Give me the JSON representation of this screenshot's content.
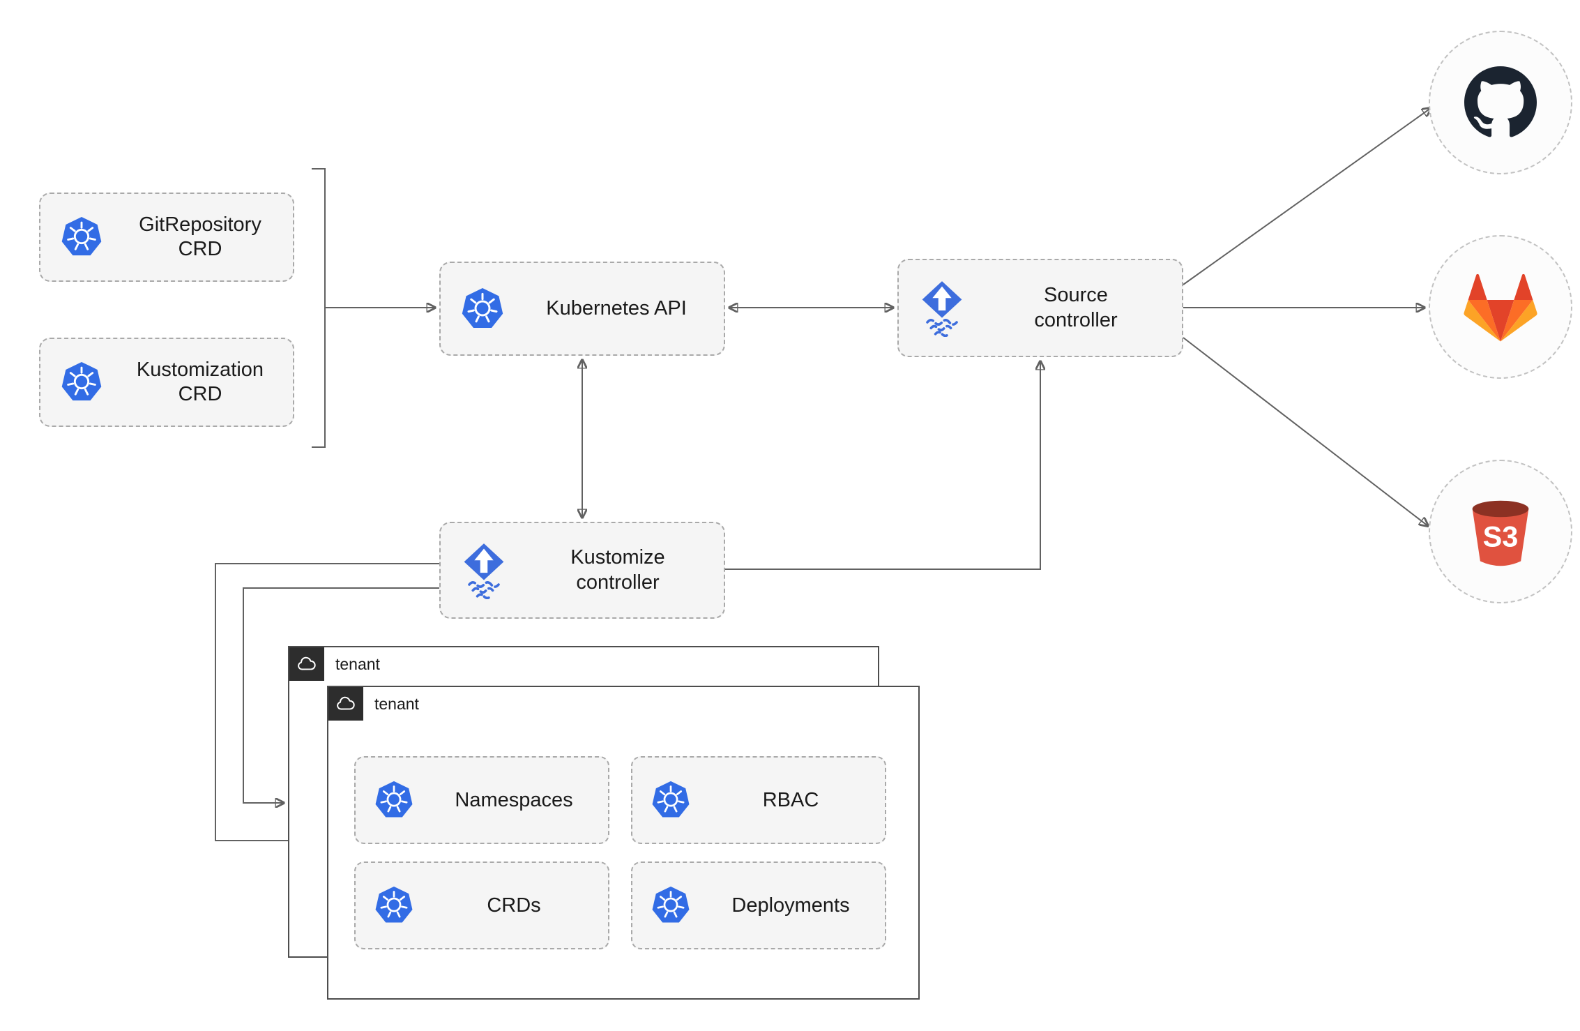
{
  "nodes": {
    "git_repository_crd": {
      "lines": [
        "GitRepository",
        "CRD"
      ],
      "icon": "kubernetes-icon"
    },
    "kustomization_crd": {
      "lines": [
        "Kustomization",
        "CRD"
      ],
      "icon": "kubernetes-icon"
    },
    "kubernetes_api": {
      "lines": [
        "Kubernetes API"
      ],
      "icon": "kubernetes-icon"
    },
    "source_controller": {
      "lines": [
        "Source",
        "controller"
      ],
      "icon": "flux-icon"
    },
    "kustomize_controller": {
      "lines": [
        "Kustomize",
        "controller"
      ],
      "icon": "flux-icon"
    }
  },
  "tenant_groups": {
    "back": {
      "label": "tenant",
      "icon": "cloud-icon"
    },
    "front": {
      "label": "tenant",
      "icon": "cloud-icon"
    }
  },
  "tenant_resources": [
    {
      "label": "Namespaces",
      "icon": "kubernetes-icon"
    },
    {
      "label": "RBAC",
      "icon": "kubernetes-icon"
    },
    {
      "label": "CRDs",
      "icon": "kubernetes-icon"
    },
    {
      "label": "Deployments",
      "icon": "kubernetes-icon"
    }
  ],
  "external_endpoints": [
    {
      "name": "github",
      "icon": "github-icon"
    },
    {
      "name": "gitlab",
      "icon": "gitlab-icon"
    },
    {
      "name": "s3",
      "icon": "s3-bucket-icon",
      "label": "S3"
    }
  ],
  "colors": {
    "kubernetes_blue": "#326ce5",
    "flux_blue": "#3d6ddd",
    "node_fill": "#f5f5f5",
    "node_border": "#a9a9a9",
    "connector": "#616161",
    "tenant_border": "#4d4d4d",
    "tenant_tab_bg": "#2d2d2d",
    "github_dark": "#1b2430",
    "gitlab_red": "#e24329",
    "gitlab_orange": "#fc6d26",
    "gitlab_yellow": "#fca326",
    "s3_red": "#e0523f",
    "s3_dark_red": "#8c3123",
    "text": "#1a1a1a"
  }
}
